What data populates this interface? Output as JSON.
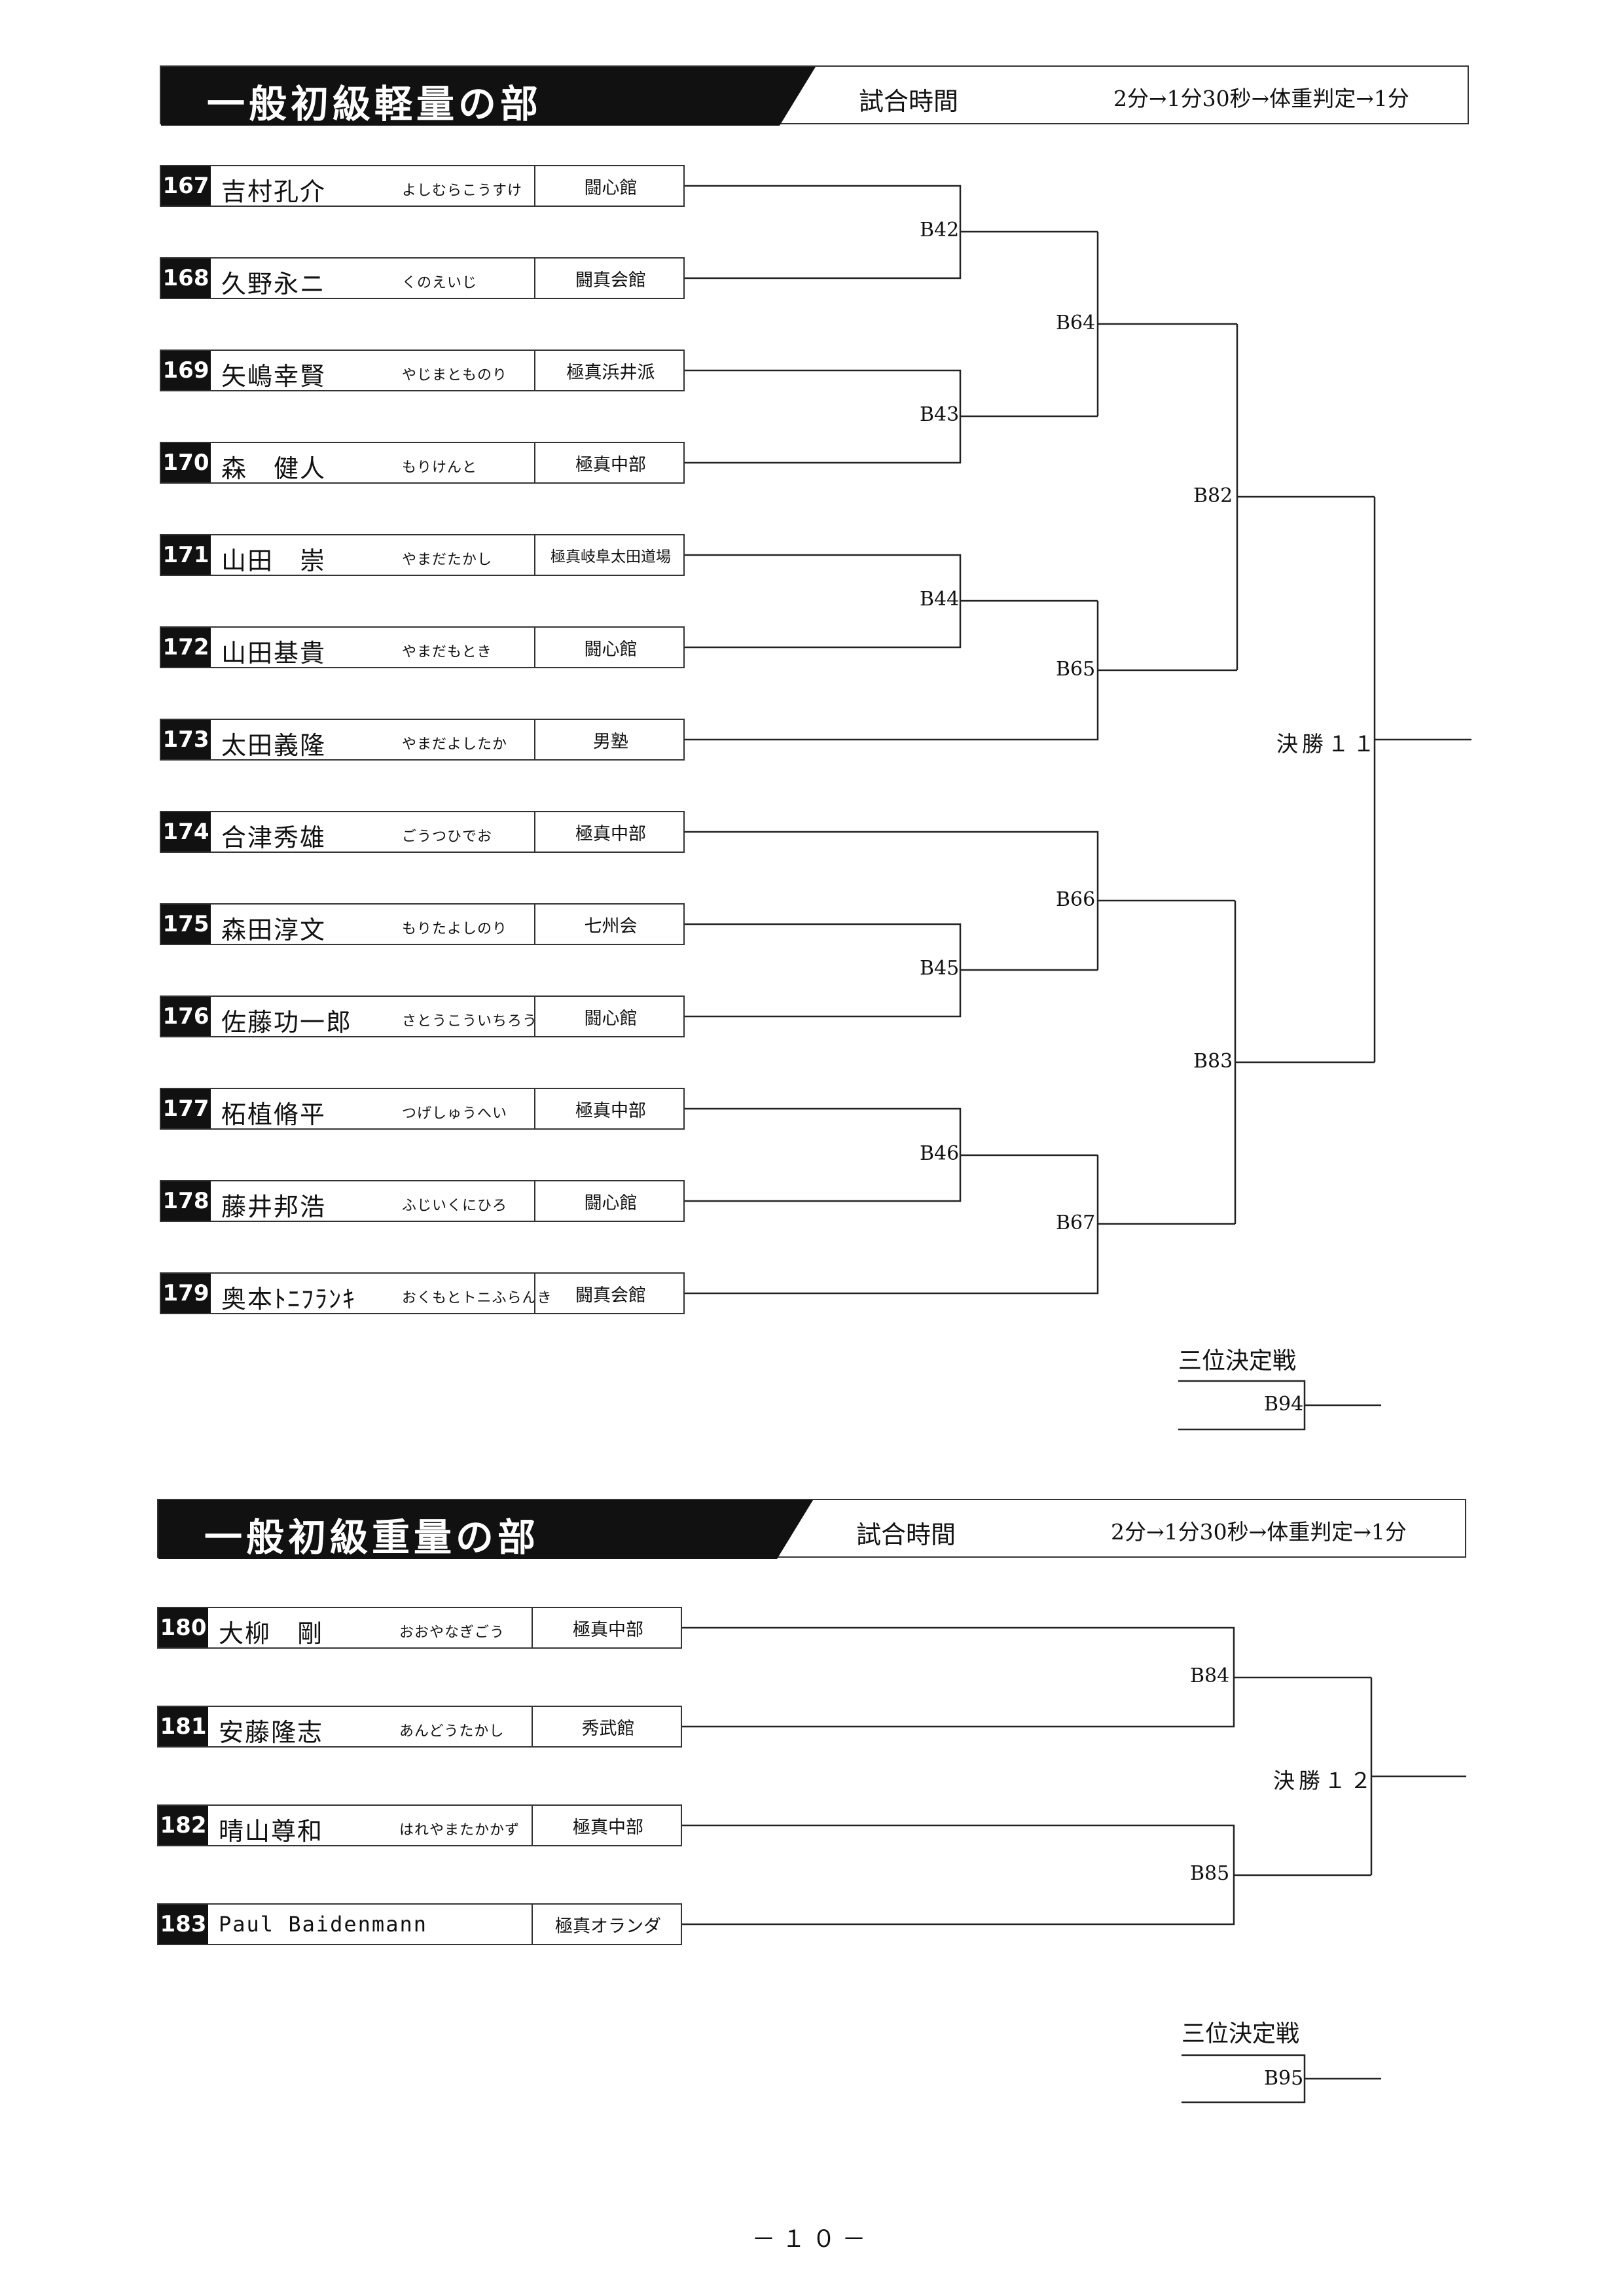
{
  "sections": [
    {
      "title": "一般初級軽量の部",
      "time_label": "試合時間",
      "time_rule": "2分→1分30秒→体重判定→1分",
      "entries": [
        {
          "num": "167",
          "name": "吉村孔介",
          "kana": "よしむらこうすけ",
          "dojo": "闘心館"
        },
        {
          "num": "168",
          "name": "久野永ニ",
          "kana": "くのえいじ",
          "dojo": "闘真会館"
        },
        {
          "num": "169",
          "name": "矢嶋幸賢",
          "kana": "やじまとものり",
          "dojo": "極真浜井派"
        },
        {
          "num": "170",
          "name": "森　健人",
          "kana": "もりけんと",
          "dojo": "極真中部"
        },
        {
          "num": "171",
          "name": "山田　崇",
          "kana": "やまだたかし",
          "dojo": "極真岐阜太田道場"
        },
        {
          "num": "172",
          "name": "山田基貴",
          "kana": "やまだもとき",
          "dojo": "闘心館"
        },
        {
          "num": "173",
          "name": "太田義隆",
          "kana": "やまだよしたか",
          "dojo": "男塾"
        },
        {
          "num": "174",
          "name": "合津秀雄",
          "kana": "ごうつひでお",
          "dojo": "極真中部"
        },
        {
          "num": "175",
          "name": "森田淳文",
          "kana": "もりたよしのり",
          "dojo": "七州会"
        },
        {
          "num": "176",
          "name": "佐藤功一郎",
          "kana": "さとうこういちろう",
          "dojo": "闘心館"
        },
        {
          "num": "177",
          "name": "柘植脩平",
          "kana": "つげしゅうへい",
          "dojo": "極真中部"
        },
        {
          "num": "178",
          "name": "藤井邦浩",
          "kana": "ふじいくにひろ",
          "dojo": "闘心館"
        },
        {
          "num": "179",
          "name": "奥本ﾄﾆﾌﾗﾝｷ",
          "kana": "おくもとトニふらんき",
          "dojo": "闘真会館"
        }
      ],
      "matches": {
        "b42": "B42",
        "b43": "B43",
        "b44": "B44",
        "b45": "B45",
        "b46": "B46",
        "b64": "B64",
        "b65": "B65",
        "b66": "B66",
        "b67": "B67",
        "b82": "B82",
        "b83": "B83",
        "final": "決勝１１"
      },
      "third_place": {
        "title": "三位決定戦",
        "match": "B94"
      }
    },
    {
      "title": "一般初級重量の部",
      "time_label": "試合時間",
      "time_rule": "2分→1分30秒→体重判定→1分",
      "entries": [
        {
          "num": "180",
          "name": "大柳　剛",
          "kana": "おおやなぎごう",
          "dojo": "極真中部"
        },
        {
          "num": "181",
          "name": "安藤隆志",
          "kana": "あんどうたかし",
          "dojo": "秀武館"
        },
        {
          "num": "182",
          "name": "晴山尊和",
          "kana": "はれやまたかかず",
          "dojo": "極真中部"
        },
        {
          "num": "183",
          "name": "Paul Baidenmann",
          "kana": "",
          "dojo": "極真オランダ"
        }
      ],
      "matches": {
        "b84": "B84",
        "b85": "B85",
        "final": "決勝１２"
      },
      "third_place": {
        "title": "三位決定戦",
        "match": "B95"
      }
    }
  ],
  "page_number": "－１０－"
}
